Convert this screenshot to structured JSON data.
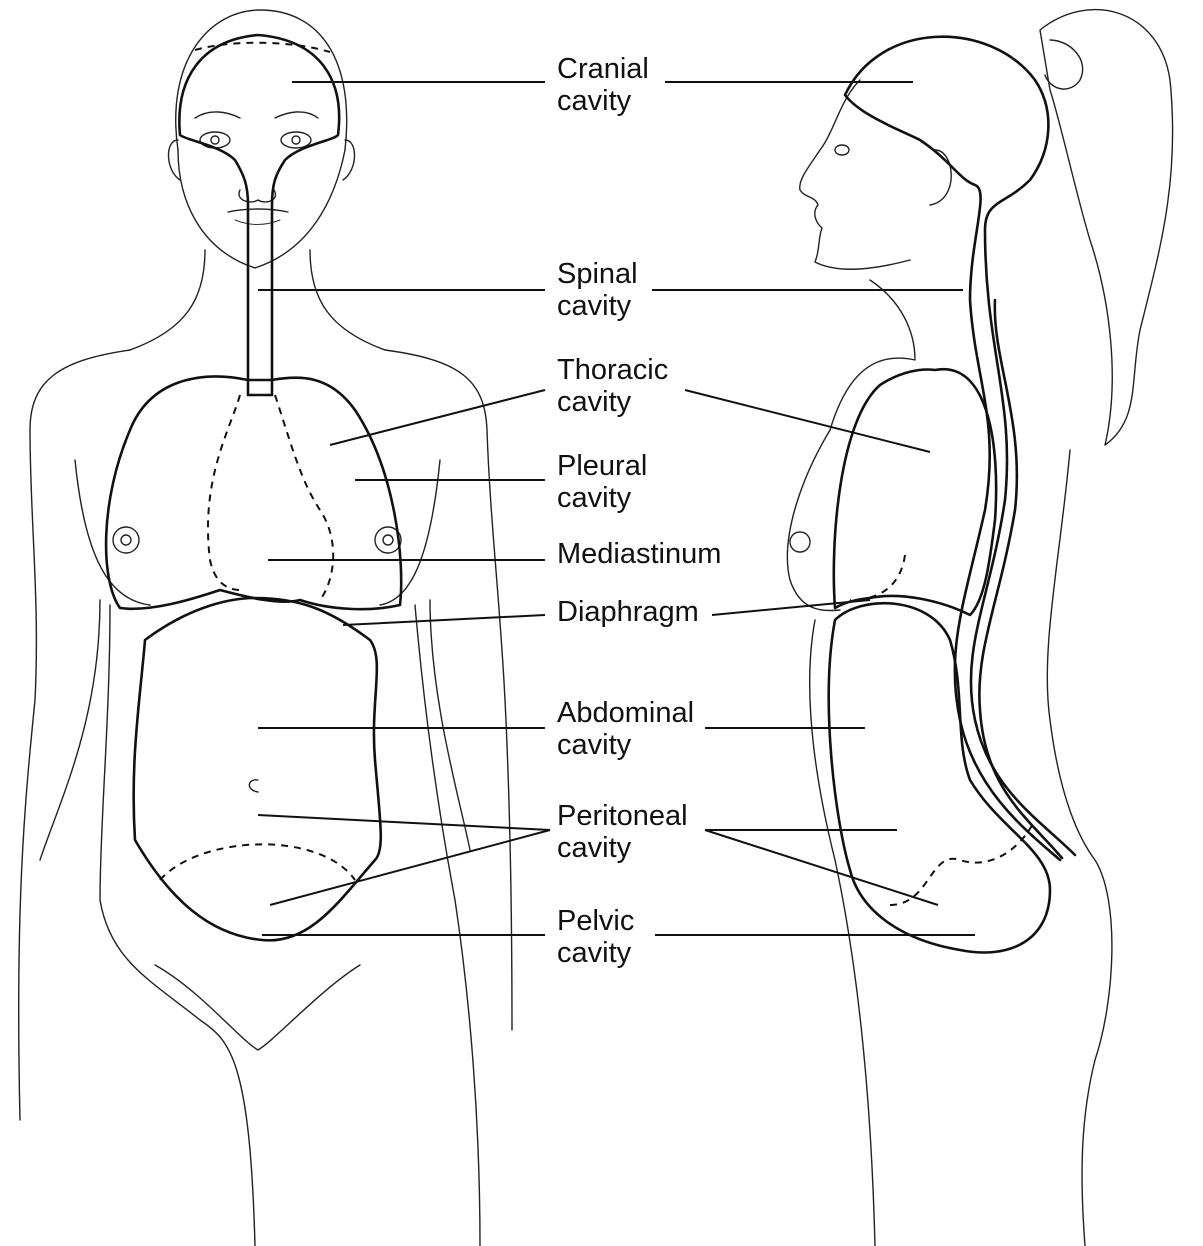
{
  "labels": {
    "cranial": {
      "line1": "Cranial",
      "line2": "cavity"
    },
    "spinal": {
      "line1": "Spinal",
      "line2": "cavity"
    },
    "thoracic": {
      "line1": "Thoracic",
      "line2": "cavity"
    },
    "pleural": {
      "line1": "Pleural",
      "line2": "cavity"
    },
    "mediastinum": {
      "line1": "Mediastinum"
    },
    "diaphragm": {
      "line1": "Diaphragm"
    },
    "abdominal": {
      "line1": "Abdominal",
      "line2": "cavity"
    },
    "peritoneal": {
      "line1": "Peritoneal",
      "line2": "cavity"
    },
    "pelvic": {
      "line1": "Pelvic",
      "line2": "cavity"
    }
  },
  "colors": {
    "line": "#111111",
    "background": "#ffffff"
  }
}
